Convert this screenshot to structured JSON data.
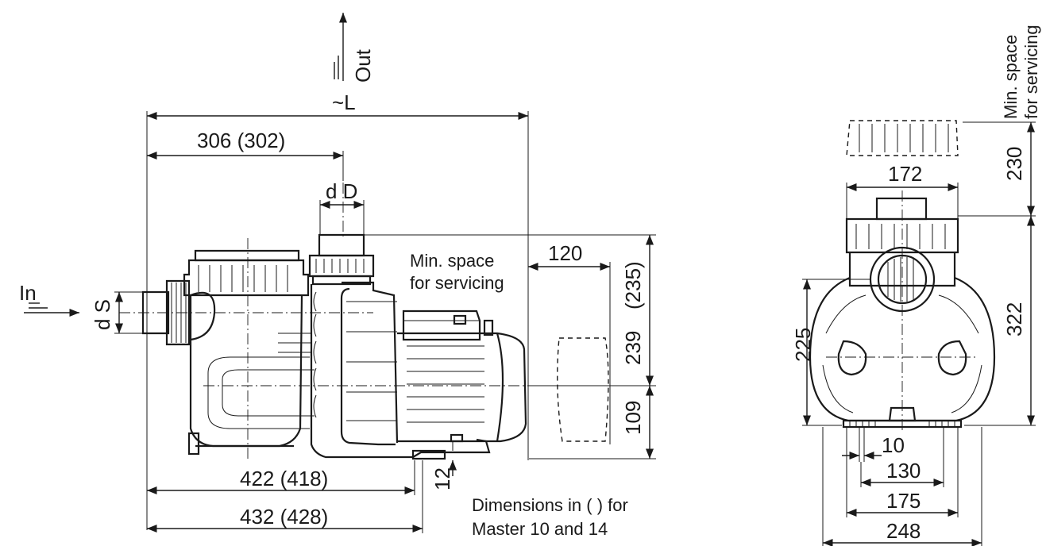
{
  "side_view": {
    "flow_out": "Out",
    "flow_in": "In",
    "overall_length": "~L",
    "dim_top": "306  (302)",
    "outlet_diameter": "d D",
    "inlet_diameter": "d S",
    "servicing_note_line1": "Min. space",
    "servicing_note_line2": "for servicing",
    "servicing_clearance": "120",
    "height_top": "(235)",
    "height_mid": "239",
    "height_low": "109",
    "foot_height": "12",
    "dim_base1": "422  (418)",
    "dim_base2": "432  (428)"
  },
  "footnote": {
    "line1": "Dimensions in ( ) for",
    "line2": "Master 10 and 14"
  },
  "front_view": {
    "servicing_note_line1": "Min. space",
    "servicing_note_line2": "for servicing",
    "lid_clearance": "230",
    "lid_width": "172",
    "total_height": "322",
    "axis_height": "225",
    "foot_hole": "10",
    "foot_spacing": "130",
    "foot_width": "175",
    "base_width": "248"
  }
}
